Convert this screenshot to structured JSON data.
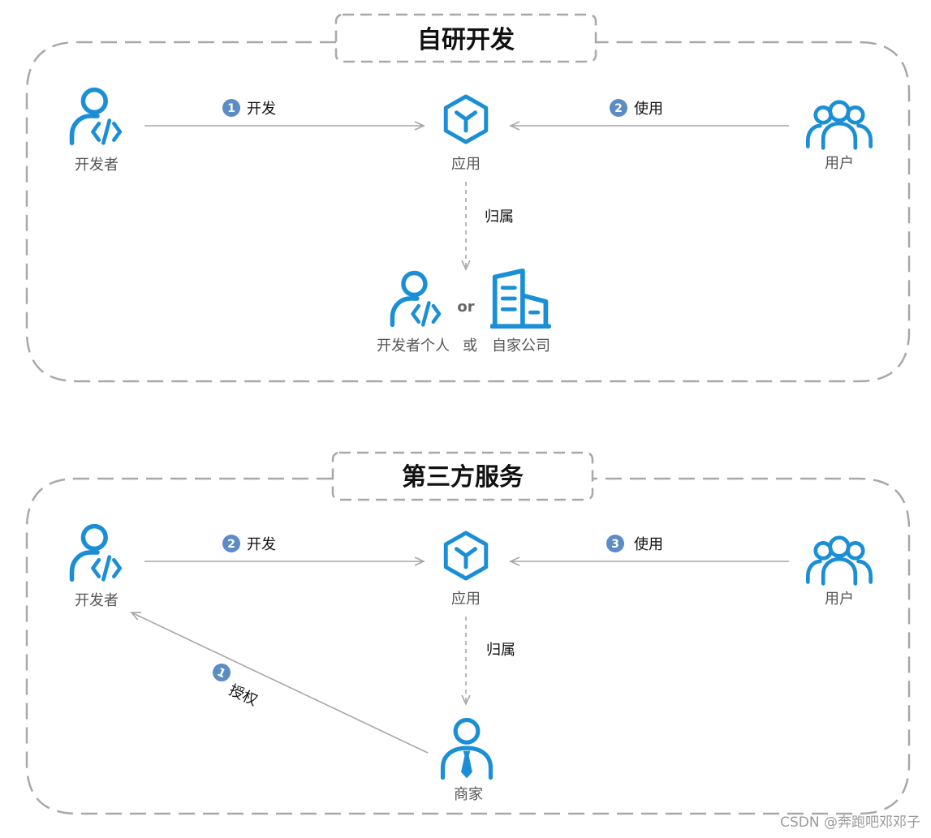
{
  "colors": {
    "icon_blue": "#1a8fd6",
    "badge_blue": "#5b8cc4",
    "border_gray": "#a8a8a8",
    "arrow_gray": "#a6a6a6",
    "label_gray": "#555555"
  },
  "sections": [
    {
      "title": "自研开发",
      "nodes": {
        "developer": {
          "label": "开发者",
          "icon": "developer-code-icon"
        },
        "app": {
          "label": "应用",
          "icon": "app-cube-icon"
        },
        "user": {
          "label": "用户",
          "icon": "users-group-icon"
        },
        "owner": {
          "label_left": "开发者个人",
          "or_mid": "或",
          "label_right": "自家公司",
          "or_icon_text": "or",
          "icon_left": "developer-code-icon",
          "icon_right": "building-icon"
        }
      },
      "edges": {
        "develop": {
          "badge": "1",
          "label": "开发"
        },
        "use": {
          "badge": "2",
          "label": "使用"
        },
        "belong": {
          "label": "归属"
        }
      }
    },
    {
      "title": "第三方服务",
      "nodes": {
        "developer": {
          "label": "开发者",
          "icon": "developer-code-icon"
        },
        "app": {
          "label": "应用",
          "icon": "app-cube-icon"
        },
        "user": {
          "label": "用户",
          "icon": "users-group-icon"
        },
        "merchant": {
          "label": "商家",
          "icon": "merchant-tie-icon"
        }
      },
      "edges": {
        "develop": {
          "badge": "2",
          "label": "开发"
        },
        "use": {
          "badge": "3",
          "label": "使用"
        },
        "belong": {
          "label": "归属"
        },
        "authorize": {
          "badge": "1",
          "label": "授权"
        }
      }
    }
  ],
  "watermark": "CSDN @奔跑吧邓邓子"
}
